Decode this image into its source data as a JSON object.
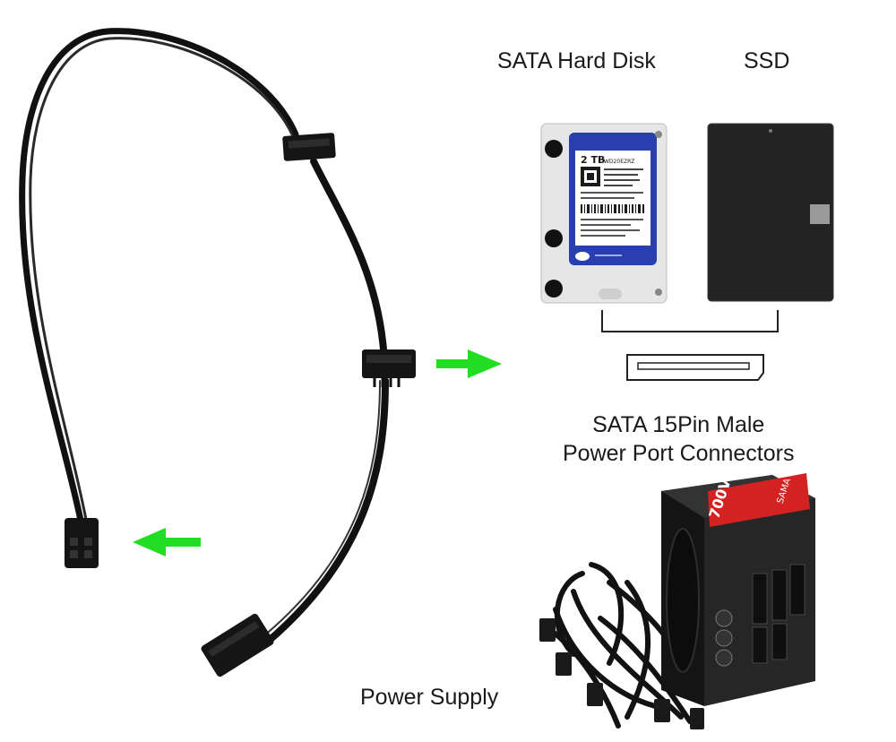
{
  "labels": {
    "hdd": "SATA Hard Disk",
    "ssd": "SSD",
    "sata_line1": "SATA 15Pin Male",
    "sata_line2": "Power Port Connectors",
    "psu": "Power Supply"
  },
  "hdd_label": {
    "capacity": "2 TB",
    "model": "WD20EZRZ"
  },
  "psu_brand": {
    "text": "SAMA",
    "model": "700V"
  },
  "colors": {
    "arrow": "#22dd22",
    "cable": "#111111",
    "hdd_blue": "#2a3fae",
    "psu_red": "#d42222",
    "ssd_body": "#232323"
  }
}
